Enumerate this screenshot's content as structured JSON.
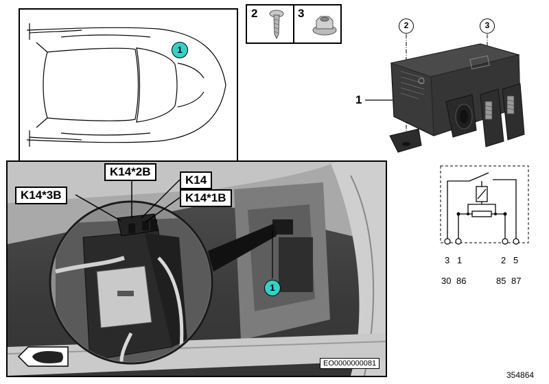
{
  "callouts": {
    "car_top": "1",
    "trunk": "1",
    "relay_part": "1",
    "relay_pin_2": "2",
    "relay_pin_3": "3"
  },
  "hardware": {
    "screw_num": "2",
    "nut_num": "3"
  },
  "connector_labels": {
    "k14_2b": "K14*2B",
    "k14_3b": "K14*3B",
    "k14": "K14",
    "k14_1b": "K14*1B"
  },
  "schematic": {
    "pins_top_row": [
      "3",
      "1",
      "2",
      "5"
    ],
    "pins_bottom_row": [
      "30",
      "86",
      "85",
      "87"
    ]
  },
  "codes": {
    "photo_code": "EO0000000081",
    "diagram_number": "354864"
  },
  "colors": {
    "callout_teal": "#35d0c8",
    "relay_body": "#3a3a3a"
  }
}
